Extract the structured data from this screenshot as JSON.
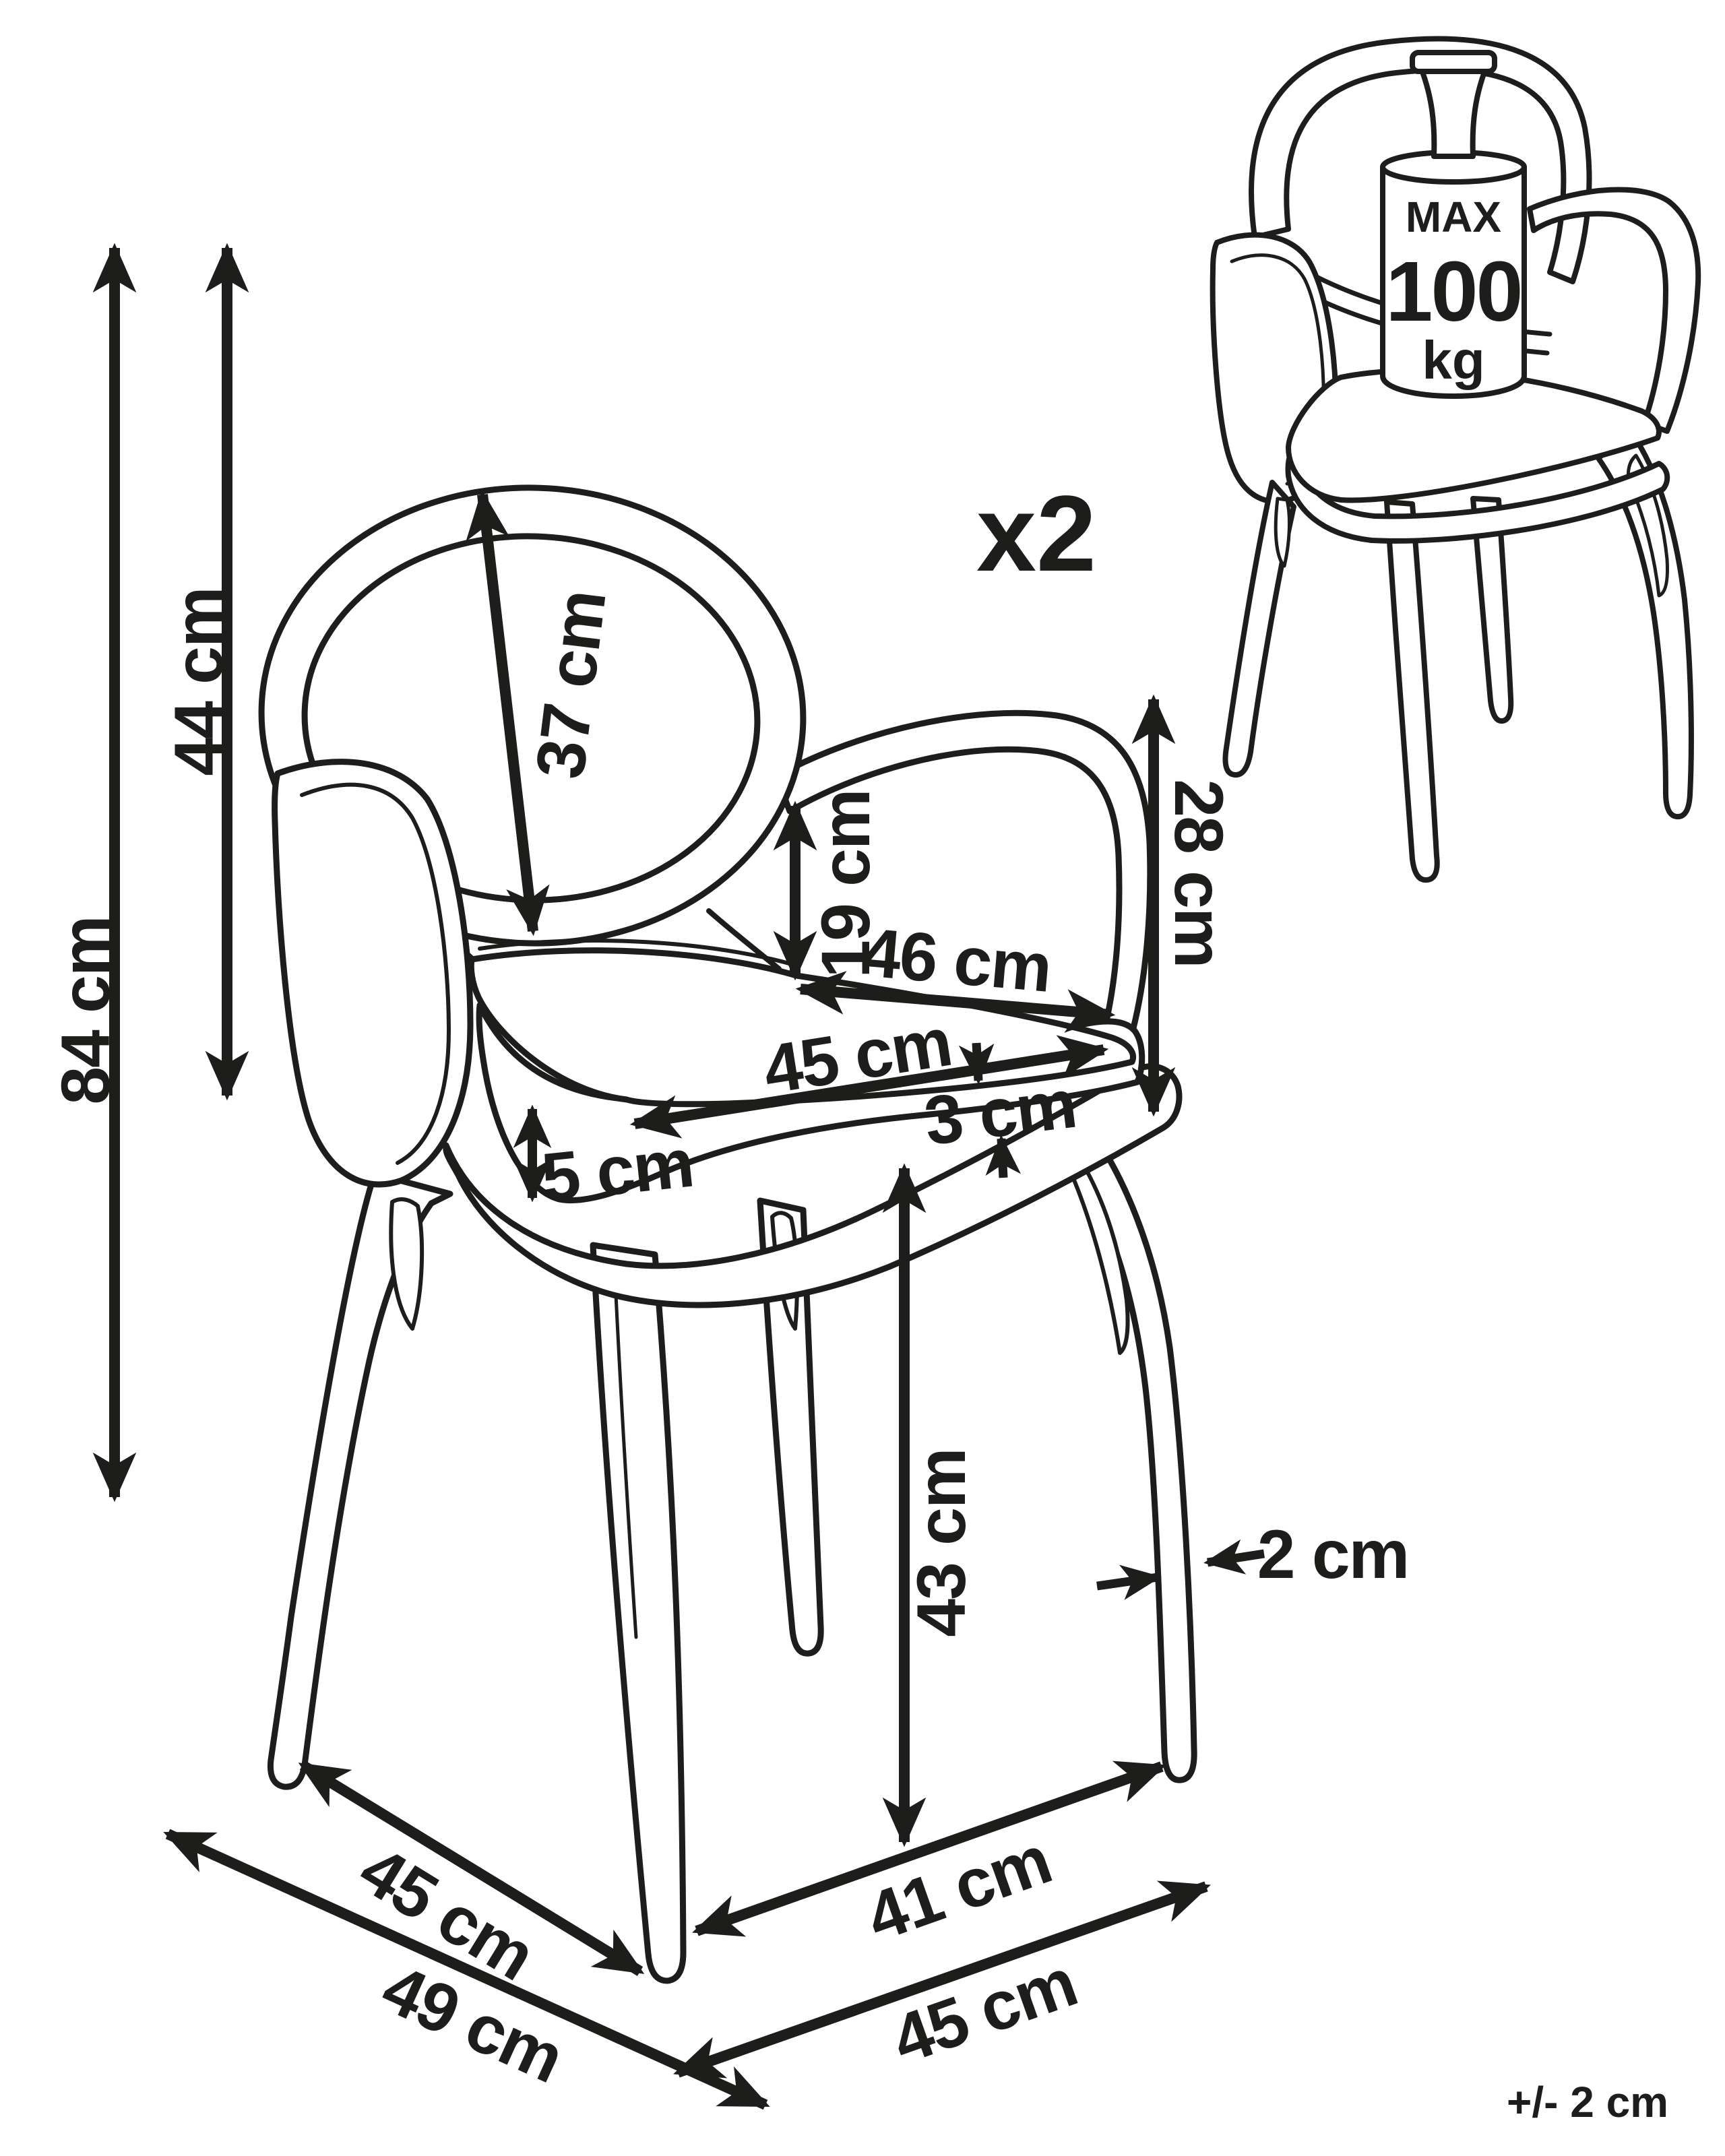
{
  "page": {
    "background": "#ffffff",
    "ink": "#1d1d1b"
  },
  "quantity_badge": {
    "label": "x2"
  },
  "tolerance_note": {
    "label": "+/- 2 cm"
  },
  "max_load_icon": {
    "line1": "MAX",
    "line2": "100",
    "line3": "kg"
  },
  "dimension_labels": {
    "total_height": "84 cm",
    "backrest_height": "44 cm",
    "backrest_width": "37 cm",
    "backrest_gap": "19 cm",
    "seat_depth": "46 cm",
    "seat_width": "45 cm",
    "armrest_height": "28 cm",
    "cushion_thickness": "5 cm",
    "frame_thickness": "3 cm",
    "leg_length": "43 cm",
    "leg_diameter": "2 cm",
    "footprint_front_width": "45 cm",
    "overall_width": "49 cm",
    "footprint_side_depth": "41 cm",
    "overall_depth": "45 cm"
  }
}
